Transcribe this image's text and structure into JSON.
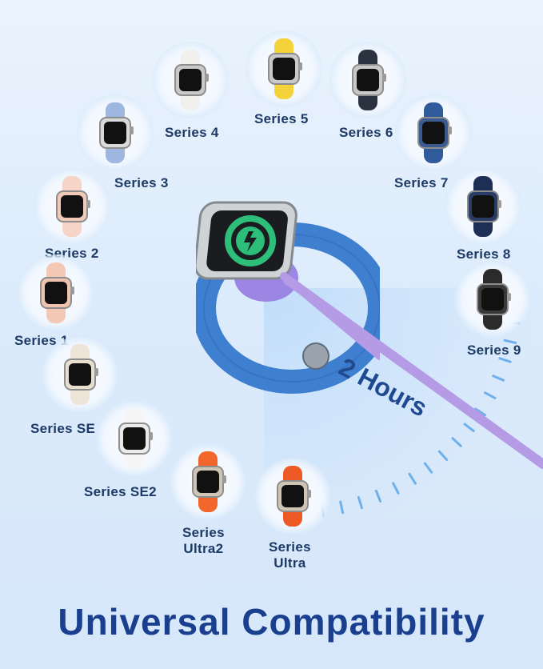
{
  "headline": "Universal Compatibility",
  "charge_time": "2 Hours",
  "models": [
    {
      "label": "Series 4",
      "band_color": "#f1f0ec",
      "case_color": "#c9c9c9"
    },
    {
      "label": "Series 5",
      "band_color": "#f4d23a",
      "case_color": "#c9c9c9"
    },
    {
      "label": "Series 6",
      "band_color": "#2b3240",
      "case_color": "#c9c9c9"
    },
    {
      "label": "Series 7",
      "band_color": "#2f5a9c",
      "case_color": "#3a5a90"
    },
    {
      "label": "Series 3",
      "band_color": "#9db7e0",
      "case_color": "#d9d9d9"
    },
    {
      "label": "Series 8",
      "band_color": "#1d2f55",
      "case_color": "#2a3d66"
    },
    {
      "label": "Series 2",
      "band_color": "#f6d4c8",
      "case_color": "#f0c9b8"
    },
    {
      "label": "Series 9",
      "band_color": "#2b2b2b",
      "case_color": "#3a3a3a"
    },
    {
      "label": "Series 1",
      "band_color": "#f3c9b6",
      "case_color": "#eec4b0"
    },
    {
      "label": "Series SE",
      "band_color": "#eee5d8",
      "case_color": "#e9dfd0"
    },
    {
      "label": "Series SE2",
      "band_color": "#f5f5f5",
      "case_color": "#eaeaea"
    },
    {
      "label": "Series\nUltra2",
      "band_color": "#f2662c",
      "case_color": "#cfc5b5"
    },
    {
      "label": "Series\nUltra",
      "band_color": "#ee5a26",
      "case_color": "#cfc5b5"
    }
  ],
  "colors": {
    "headline": "#1b3f8f",
    "label": "#1d3a66",
    "band_main": "#3f7fd0",
    "cable": "#b59be6",
    "charge_ring": "#2dbf7a"
  }
}
